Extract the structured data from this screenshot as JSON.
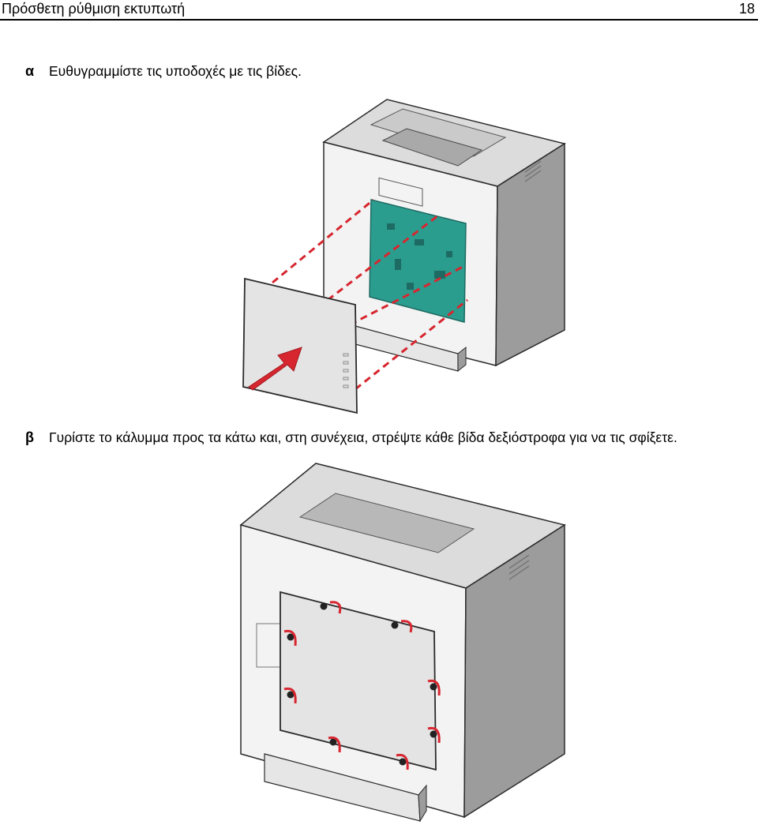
{
  "header": {
    "title": "Πρόσθετη ρύθμιση εκτυπωτή",
    "page_number": "18"
  },
  "steps": [
    {
      "marker": "α",
      "text": "Ευθυγραμμίστε τις υποδοχές με τις βίδες."
    },
    {
      "marker": "β",
      "text": "Γυρίστε το κάλυμμα προς τα κάτω και, στη συνέχεια, στρέψτε κάθε βίδα δεξιόστροφα για να τις σφίξετε."
    }
  ],
  "figures": [
    {
      "name": "printer-align-cover-illustration",
      "icons": [
        "printer-rear-icon",
        "system-board-icon",
        "cover-plate-icon",
        "arrow-icon",
        "alignment-line-icon"
      ]
    },
    {
      "name": "printer-tighten-screws-illustration",
      "icons": [
        "printer-rear-icon",
        "cover-plate-icon",
        "screw-icon",
        "rotate-clockwise-icon"
      ]
    }
  ],
  "colors": {
    "printer_light": "#efefef",
    "printer_mid": "#cfcfcf",
    "printer_dark": "#8f8f8f",
    "board": "#2a9d8f",
    "guide_red": "#d7262f",
    "outline": "#2b2b2b"
  }
}
